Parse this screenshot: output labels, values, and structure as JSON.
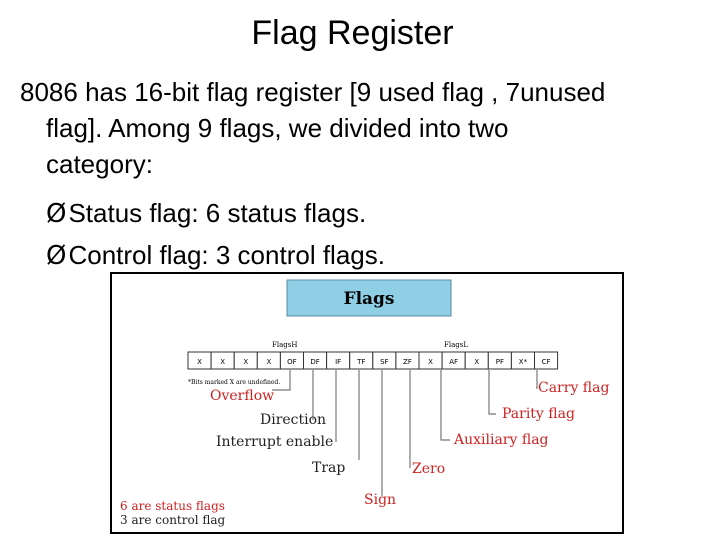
{
  "slide": {
    "title": "Flag Register",
    "paragraph_line1": "8086 has 16-bit flag register [9 used flag , 7unused",
    "paragraph_line2": "flag]. Among 9 flags, we divided into two",
    "paragraph_line3": "category:",
    "bullets": [
      "Status flag: 6 status flags.",
      "Control flag: 3 control flags."
    ],
    "bullet_arrow": "Ø"
  },
  "diagram": {
    "header": "Flags",
    "flags_high_label": "FlagsH",
    "flags_low_label": "FlagsL",
    "cells": [
      "X",
      "X",
      "X",
      "X",
      "OF",
      "DF",
      "IF",
      "TF",
      "SF",
      "ZF",
      "X",
      "AF",
      "X",
      "PF",
      "X*",
      "CF"
    ],
    "footnote": "*Bits marked X are undefined.",
    "labels": {
      "carry": "Carry flag",
      "overflow": "Overflow",
      "parity": "Parity flag",
      "direction": "Direction",
      "auxiliary": "Auxiliary flag",
      "interrupt": "Interrupt enable",
      "zero": "Zero",
      "trap": "Trap",
      "sign": "Sign"
    },
    "summary_status": "6 are status flags",
    "summary_control": "3 are control flag",
    "colors": {
      "red": "#cc2222",
      "header_bg": "#8fcfe6",
      "cell_border": "#333333"
    }
  }
}
